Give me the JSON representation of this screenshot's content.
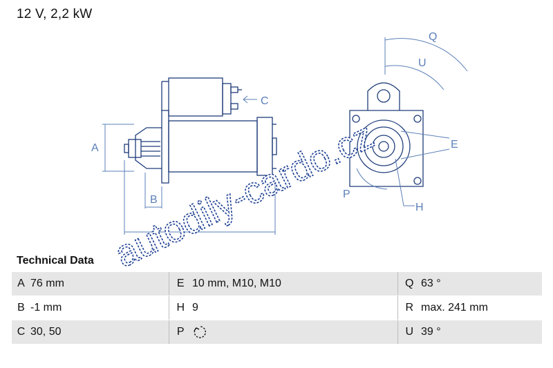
{
  "header": {
    "title": "12 V, 2,2 kW"
  },
  "drawing": {
    "labels": {
      "a": "A",
      "b": "B",
      "c": "C",
      "q": "Q",
      "u": "U",
      "e": "E",
      "p": "P",
      "h": "H"
    },
    "line_color": "#1e3c7a",
    "dim_color": "#5a7fb8"
  },
  "section": {
    "heading": "Technical Data"
  },
  "specs": {
    "rows": [
      {
        "k1": "A",
        "v1": "76 mm",
        "k2": "E",
        "v2": "10 mm, M10, M10",
        "k3": "Q",
        "v3": "63 °"
      },
      {
        "k1": "B",
        "v1": "-1 mm",
        "k2": "H",
        "v2": "9",
        "k3": "R",
        "v3": "max. 241 mm"
      },
      {
        "k1": "C",
        "v1": "30, 50",
        "k2": "P",
        "v2": "",
        "k3": "U",
        "v3": "39 °"
      }
    ],
    "rotation_icon": "counterclockwise-rotation-icon"
  },
  "watermark": {
    "text": "autodily-cardo.cz",
    "color": "#1c3f93"
  }
}
